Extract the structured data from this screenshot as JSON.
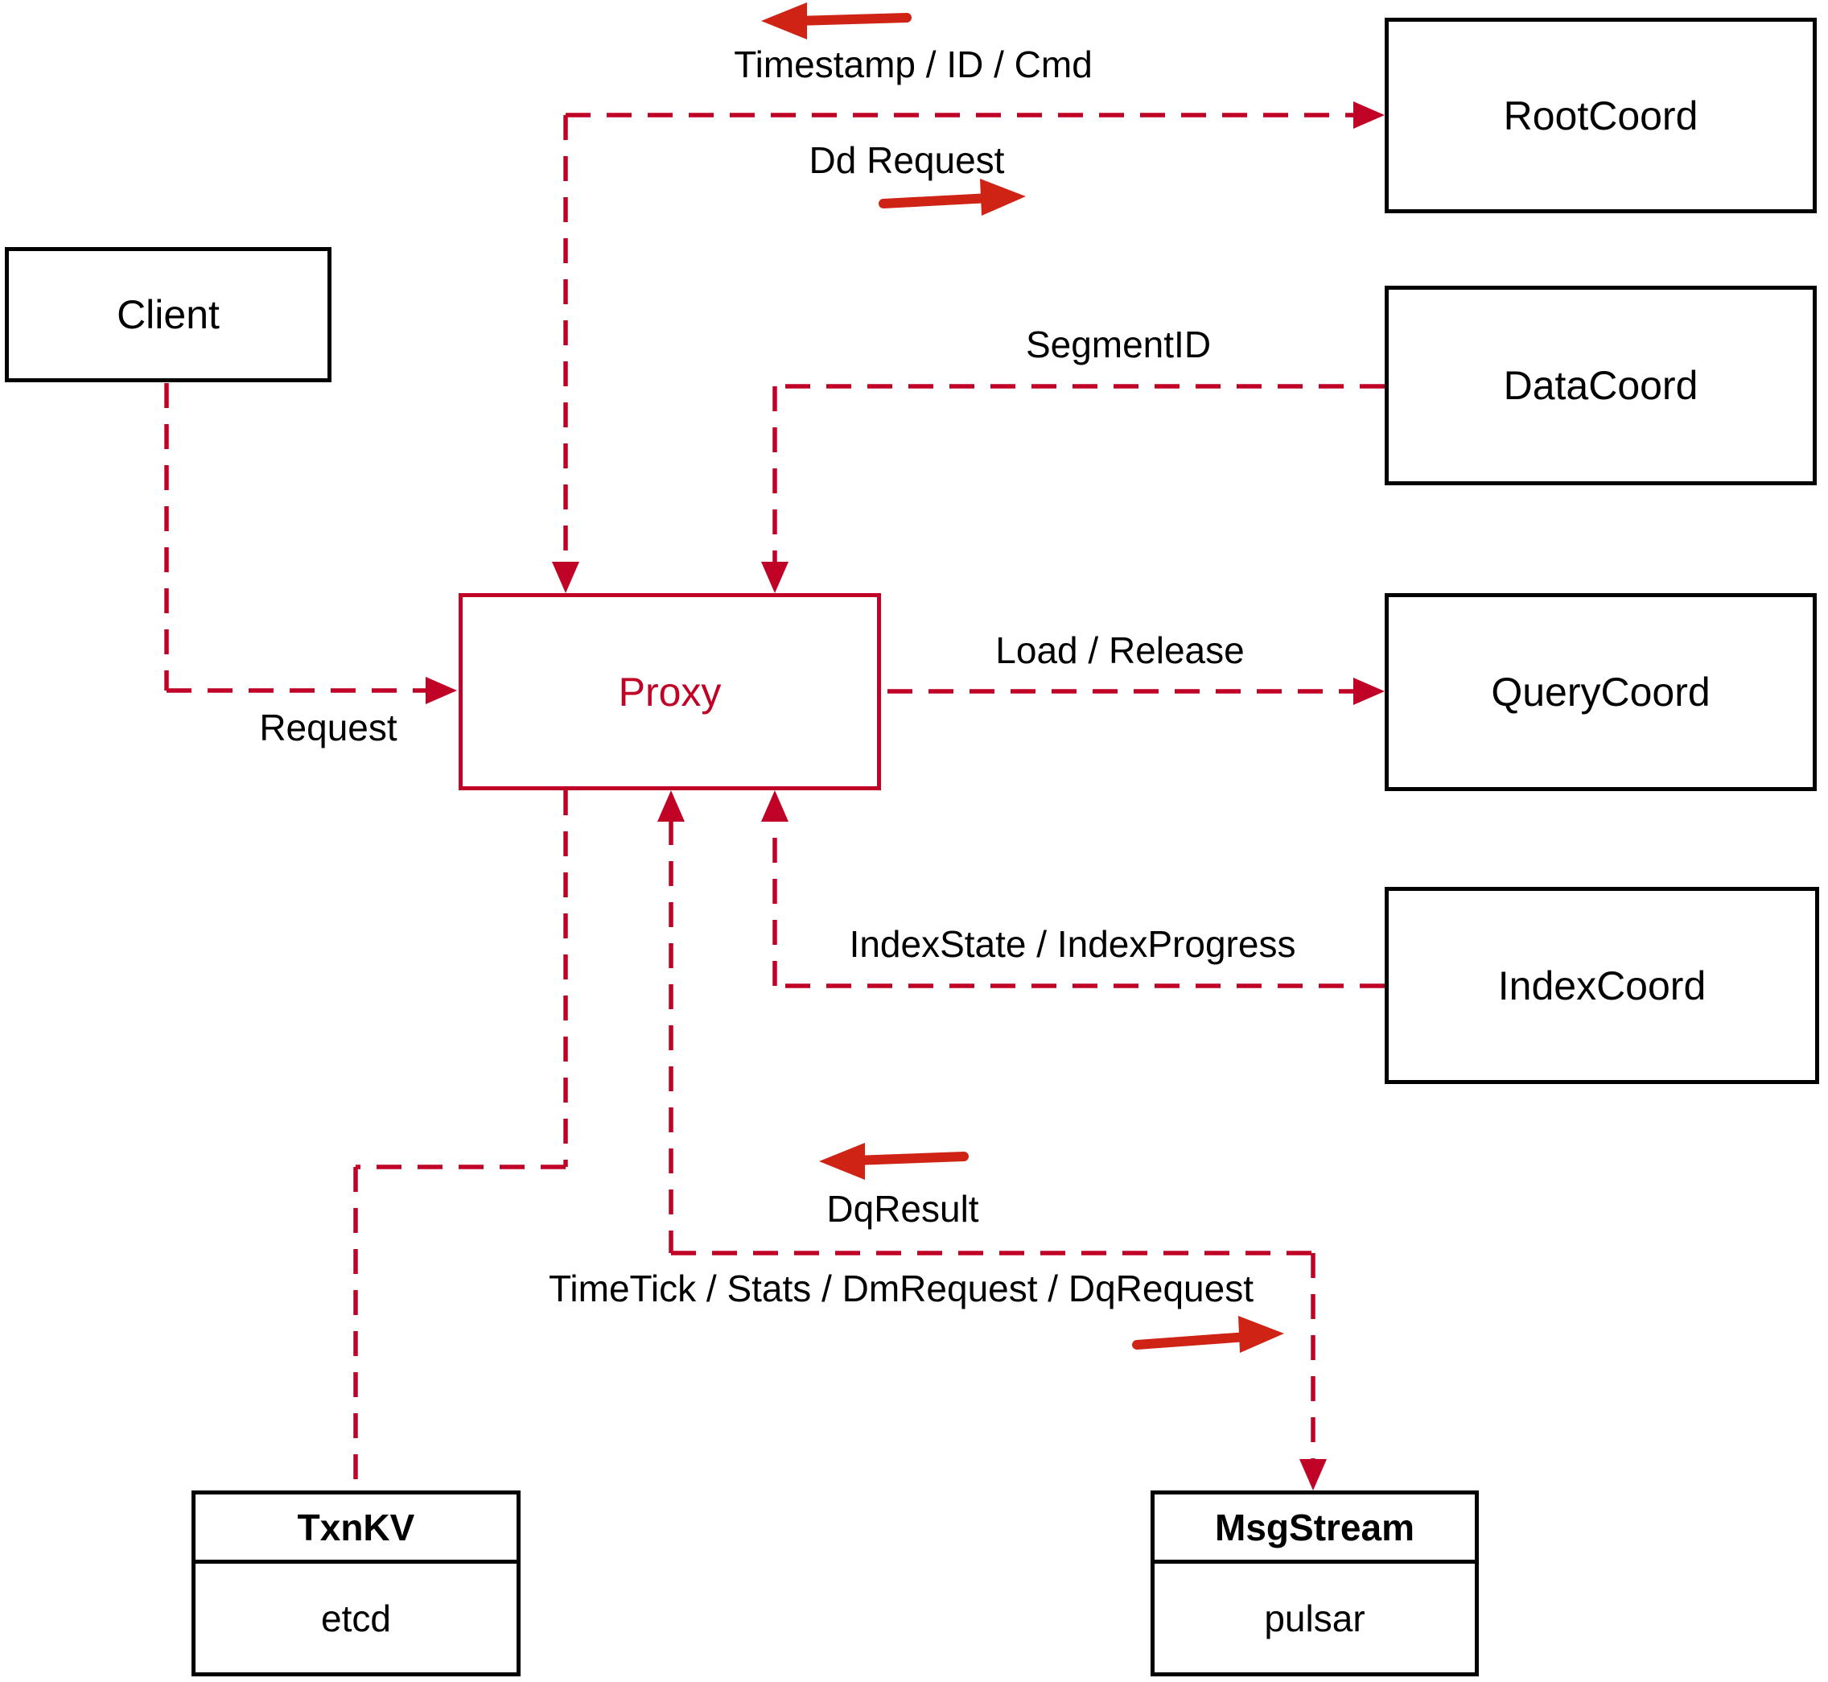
{
  "diagram": {
    "nodes": {
      "client": {
        "label": "Client"
      },
      "proxy": {
        "label": "Proxy"
      },
      "root_coord": {
        "label": "RootCoord"
      },
      "data_coord": {
        "label": "DataCoord"
      },
      "query_coord": {
        "label": "QueryCoord"
      },
      "index_coord": {
        "label": "IndexCoord"
      },
      "txn_kv": {
        "title": "TxnKV",
        "impl": "etcd"
      },
      "msg_stream": {
        "title": "MsgStream",
        "impl": "pulsar"
      }
    },
    "edge_labels": {
      "timestamp_id_cmd": "Timestamp / ID / Cmd",
      "dd_request": "Dd Request",
      "segment_id": "SegmentID",
      "load_release": "Load / Release",
      "index_state_progress": "IndexState / IndexProgress",
      "request": "Request",
      "dq_result": "DqResult",
      "timetick_stats": "TimeTick / Stats / DmRequest / DqRequest"
    },
    "colors": {
      "line_red": "#c00227",
      "arrow_red": "#cf2415",
      "box_black": "#000000",
      "background": "#ffffff",
      "text": "#000000"
    }
  }
}
